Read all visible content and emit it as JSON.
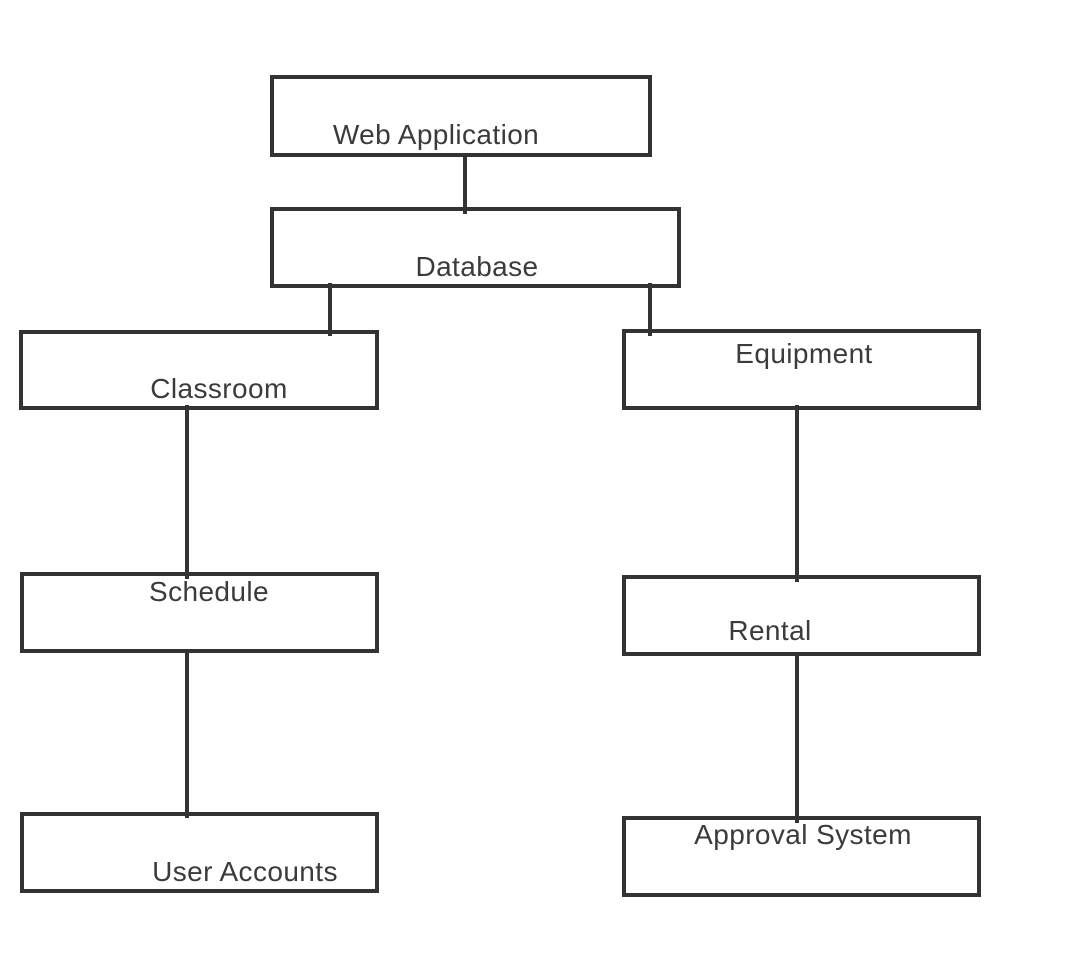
{
  "diagram": {
    "colors": {
      "background": "#ffffff",
      "box_fill": "#ffffff",
      "box_border": "#333333",
      "connector": "#333333",
      "text": "#3b3b3b"
    },
    "nodes": {
      "web_application": {
        "label": "Web Application"
      },
      "database": {
        "label": "Database"
      },
      "classroom": {
        "label": "Classroom"
      },
      "equipment": {
        "label": "Equipment"
      },
      "schedule": {
        "label": "Schedule"
      },
      "rental": {
        "label": "Rental"
      },
      "user_accounts": {
        "label": "User Accounts"
      },
      "approval_system": {
        "label": "Approval System"
      }
    },
    "edges": [
      {
        "from": "Web Application",
        "to": "Database"
      },
      {
        "from": "Database",
        "to": "Classroom"
      },
      {
        "from": "Database",
        "to": "Equipment"
      },
      {
        "from": "Classroom",
        "to": "Schedule"
      },
      {
        "from": "Schedule",
        "to": "User Accounts"
      },
      {
        "from": "Equipment",
        "to": "Rental"
      },
      {
        "from": "Rental",
        "to": "Approval System"
      }
    ]
  }
}
